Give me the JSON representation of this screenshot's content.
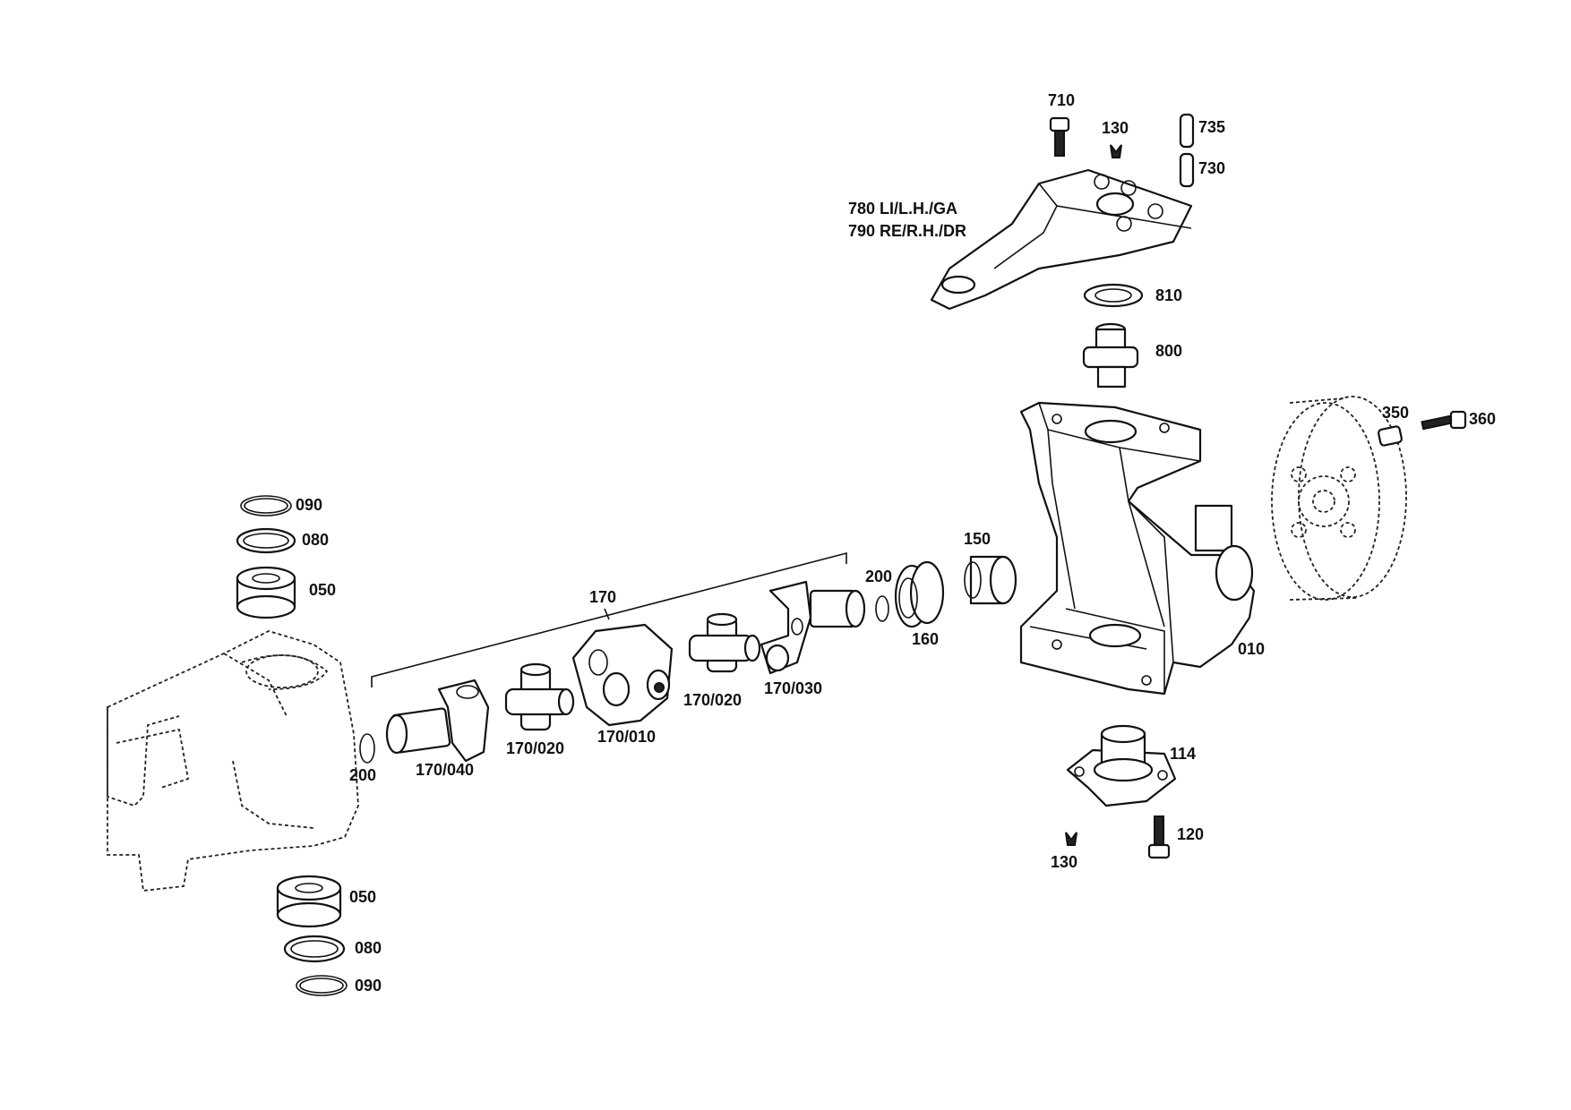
{
  "labels": {
    "l710": "710",
    "l130_top": "130",
    "l735": "735",
    "l730": "730",
    "l780": "780 LI/L.H./GA",
    "l790": "790 RE/R.H./DR",
    "l810": "810",
    "l800": "800",
    "l350": "350",
    "l360": "360",
    "l150": "150",
    "l200_right": "200",
    "l160": "160",
    "l010": "010",
    "l170": "170",
    "l170_030": "170/030",
    "l170_020_right": "170/020",
    "l170_010": "170/010",
    "l170_020_left": "170/020",
    "l170_040": "170/040",
    "l200_left": "200",
    "l090_top": "090",
    "l080_top": "080",
    "l050_top": "050",
    "l050_bottom": "050",
    "l080_bottom": "080",
    "l090_bottom": "090",
    "l114": "114",
    "l120": "120",
    "l130_bottom": "130"
  }
}
